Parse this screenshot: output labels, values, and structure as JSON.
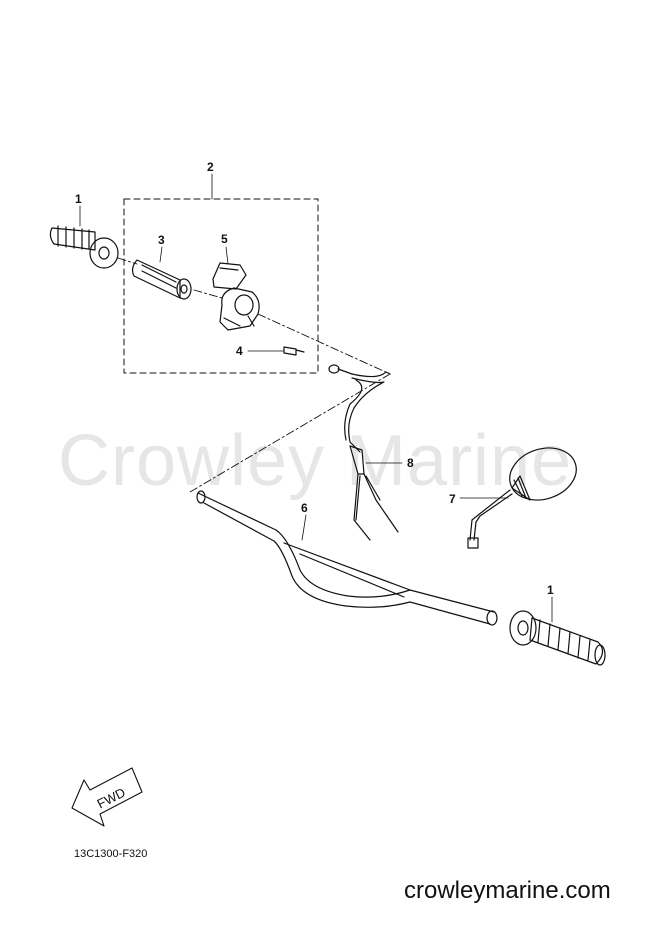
{
  "watermark": "Crowley Marine",
  "callouts": {
    "c1_left": "1",
    "c1_right": "1",
    "c2": "2",
    "c3": "3",
    "c4": "4",
    "c5": "5",
    "c6": "6",
    "c7": "7",
    "c8": "8"
  },
  "fwd_label": "FWD",
  "drawing_code": "13C1300-F320",
  "site_url": "crowleymarine.com",
  "colors": {
    "line": "#111111",
    "watermark": "#e6e6e6"
  }
}
